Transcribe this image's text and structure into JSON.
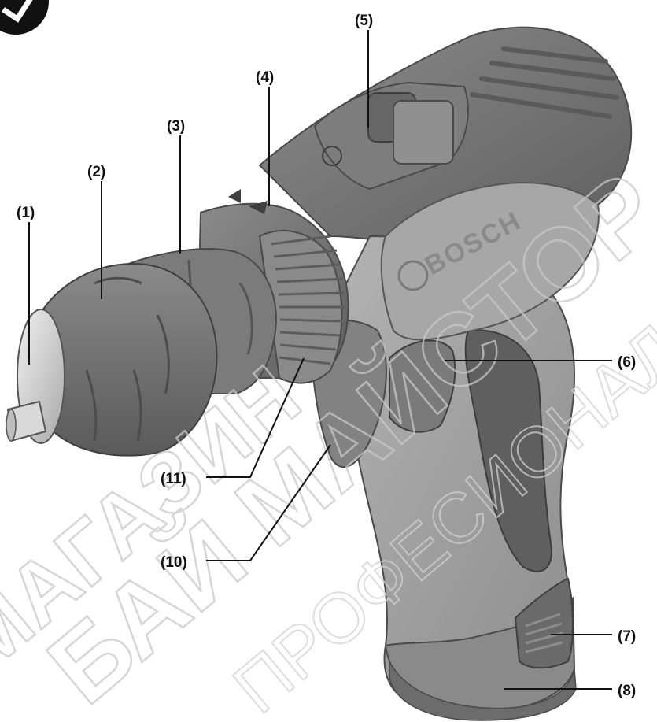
{
  "labels": {
    "l1": "(1)",
    "l2": "(2)",
    "l3": "(3)",
    "l4": "(4)",
    "l5": "(5)",
    "l6": "(6)",
    "l7": "(7)",
    "l8": "(8)",
    "l10": "(10)",
    "l11": "(11)"
  },
  "brand": {
    "logo_text": "BOSCH"
  },
  "watermark": {
    "line1": "МАГАЗИН",
    "line2": "БАЙ МАЙСТОР",
    "line3": "ПРОФЕСИОНАЛНИ РЕШЕНИЯ"
  },
  "colors": {
    "body_dark": "#6f6f6f",
    "body_light": "#9d9d9d",
    "grip_dark": "#5f5f5f",
    "chuck_silver": "#d6d6d6",
    "outline": "#4a4a4a",
    "lead_line": "#111111"
  }
}
